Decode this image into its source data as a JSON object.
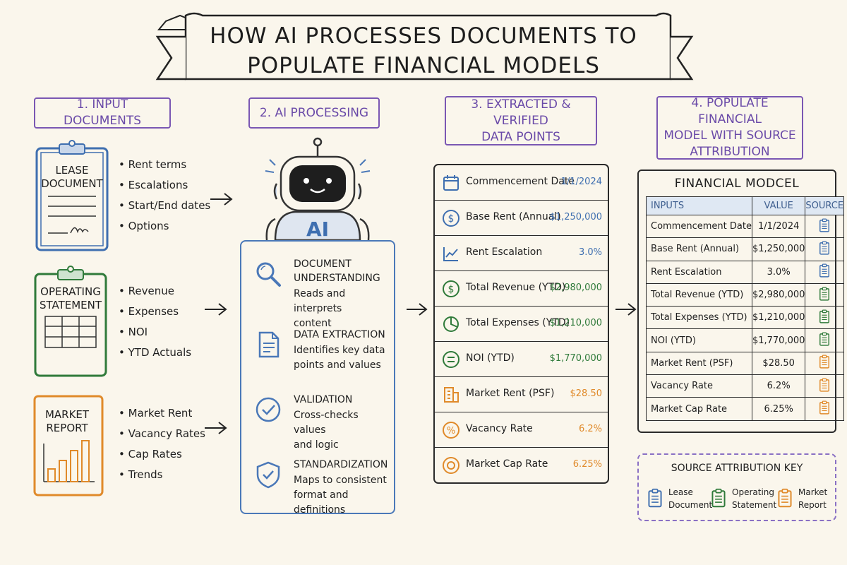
{
  "title": {
    "line1": "How AI Processes Documents to",
    "line2": "Populate Financial Models"
  },
  "sections": {
    "input": "1. Input Documents",
    "processing": "2. AI Processing",
    "extracted": [
      "3. Extracted & Verified",
      "Data Points"
    ],
    "populate": [
      "4. Populate Financial",
      "Model with Source",
      "Attribution"
    ]
  },
  "documents": [
    {
      "label": [
        "Lease",
        "Document"
      ],
      "bullets": [
        "Rent terms",
        "Escalations",
        "Start/End dates",
        "Options"
      ]
    },
    {
      "label": [
        "Operating",
        "Statement"
      ],
      "bullets": [
        "Revenue",
        "Expenses",
        "NOI",
        "YTD Actuals"
      ]
    },
    {
      "label": [
        "Market",
        "Report"
      ],
      "bullets": [
        "Market Rent",
        "Vacancy Rates",
        "Cap Rates",
        "Trends"
      ]
    }
  ],
  "robot_label": "AI",
  "steps": [
    {
      "title": [
        "Document",
        "Understanding"
      ],
      "desc": [
        "Reads and interprets",
        "content"
      ]
    },
    {
      "title": [
        "Data Extraction"
      ],
      "desc": [
        "Identifies key data",
        "points and values"
      ]
    },
    {
      "title": [
        "Validation"
      ],
      "desc": [
        "Cross-checks values",
        "and logic"
      ]
    },
    {
      "title": [
        "Standardization"
      ],
      "desc": [
        "Maps to consistent",
        "format and definitions"
      ]
    }
  ],
  "extracted": [
    {
      "label": "Commencement Date",
      "value": "1/1/2024",
      "icon": "calendar-icon",
      "color": "#3f6fb0"
    },
    {
      "label": "Base Rent (Annual)",
      "value": "$1,250,000",
      "icon": "dollar-icon",
      "color": "#3f6fb0"
    },
    {
      "label": "Rent Escalation",
      "value": "3.0%",
      "icon": "trend-icon",
      "color": "#3f6fb0"
    },
    {
      "label": "Total Revenue (YTD)",
      "value": "$2,980,000",
      "icon": "dollar-icon",
      "color": "#2f7a3a"
    },
    {
      "label": "Total Expenses (YTD)",
      "value": "$1,210,000",
      "icon": "pie-icon",
      "color": "#2f7a3a"
    },
    {
      "label": "NOI (YTD)",
      "value": "$1,770,000",
      "icon": "equals-icon",
      "color": "#2f7a3a"
    },
    {
      "label": "Market Rent (PSF)",
      "value": "$28.50",
      "icon": "building-icon",
      "color": "#e08a2a"
    },
    {
      "label": "Vacancy Rate",
      "value": "6.2%",
      "icon": "percent-icon",
      "color": "#e08a2a"
    },
    {
      "label": "Market Cap Rate",
      "value": "6.25%",
      "icon": "target-icon",
      "color": "#e08a2a"
    }
  ],
  "model": {
    "title": "Financial Modcel",
    "headers": [
      "Inputs",
      "Value",
      "Source"
    ],
    "rows": [
      {
        "input": "Commencement Date",
        "value": "1/1/2024",
        "source": "lease"
      },
      {
        "input": "Base Rent (Annual)",
        "value": "$1,250,000",
        "source": "lease"
      },
      {
        "input": "Rent Escalation",
        "value": "3.0%",
        "source": "lease"
      },
      {
        "input": "Total Revenue (YTD)",
        "value": "$2,980,000",
        "source": "operating"
      },
      {
        "input": "Total Expenses (YTD)",
        "value": "$1,210,000",
        "source": "operating"
      },
      {
        "input": "NOI (YTD)",
        "value": "$1,770,000",
        "source": "operating"
      },
      {
        "input": "Market Rent (PSF)",
        "value": "$28.50",
        "source": "market"
      },
      {
        "input": "Vacancy Rate",
        "value": "6.2%",
        "source": "market"
      },
      {
        "input": "Market Cap Rate",
        "value": "6.25%",
        "source": "market"
      }
    ]
  },
  "legend": {
    "title": "Source Attribution Key",
    "items": [
      {
        "key": "lease",
        "text": [
          "Lease",
          "Document"
        ]
      },
      {
        "key": "operating",
        "text": [
          "Operating",
          "Statement"
        ]
      },
      {
        "key": "market",
        "text": [
          "Market",
          "Report"
        ]
      }
    ]
  },
  "colors": {
    "lease": "#3f6fb0",
    "operating": "#2f7a3a",
    "market": "#e08a2a",
    "purple": "#7a57b3",
    "accent_blue": "#4a78b8"
  }
}
